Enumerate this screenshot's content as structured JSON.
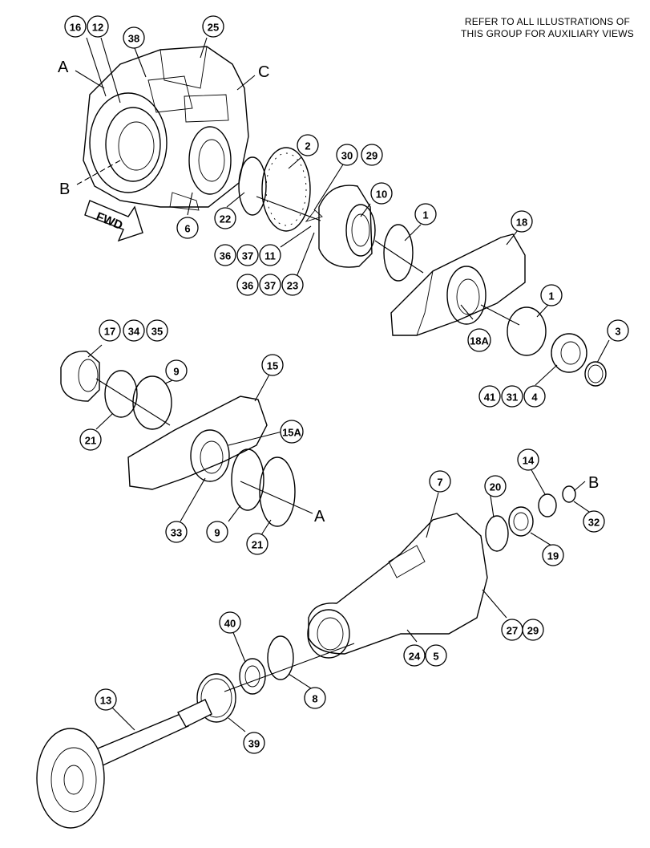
{
  "note": {
    "line1": "REFER TO ALL ILLUSTRATIONS OF",
    "line2": "THIS GROUP FOR AUXILIARY VIEWS"
  },
  "fwd_label": "FWD",
  "letters": [
    "A",
    "B",
    "C",
    "B",
    "A"
  ],
  "callouts": [
    "16",
    "12",
    "38",
    "25",
    "2",
    "30",
    "29",
    "10",
    "22",
    "6",
    "36",
    "37",
    "11",
    "36",
    "37",
    "23",
    "1",
    "18",
    "1",
    "18A",
    "3",
    "41",
    "31",
    "4",
    "17",
    "34",
    "35",
    "9",
    "15",
    "21",
    "15A",
    "9",
    "33",
    "21",
    "7",
    "20",
    "14",
    "32",
    "19",
    "27",
    "29",
    "24",
    "5",
    "40",
    "8",
    "13",
    "39"
  ]
}
